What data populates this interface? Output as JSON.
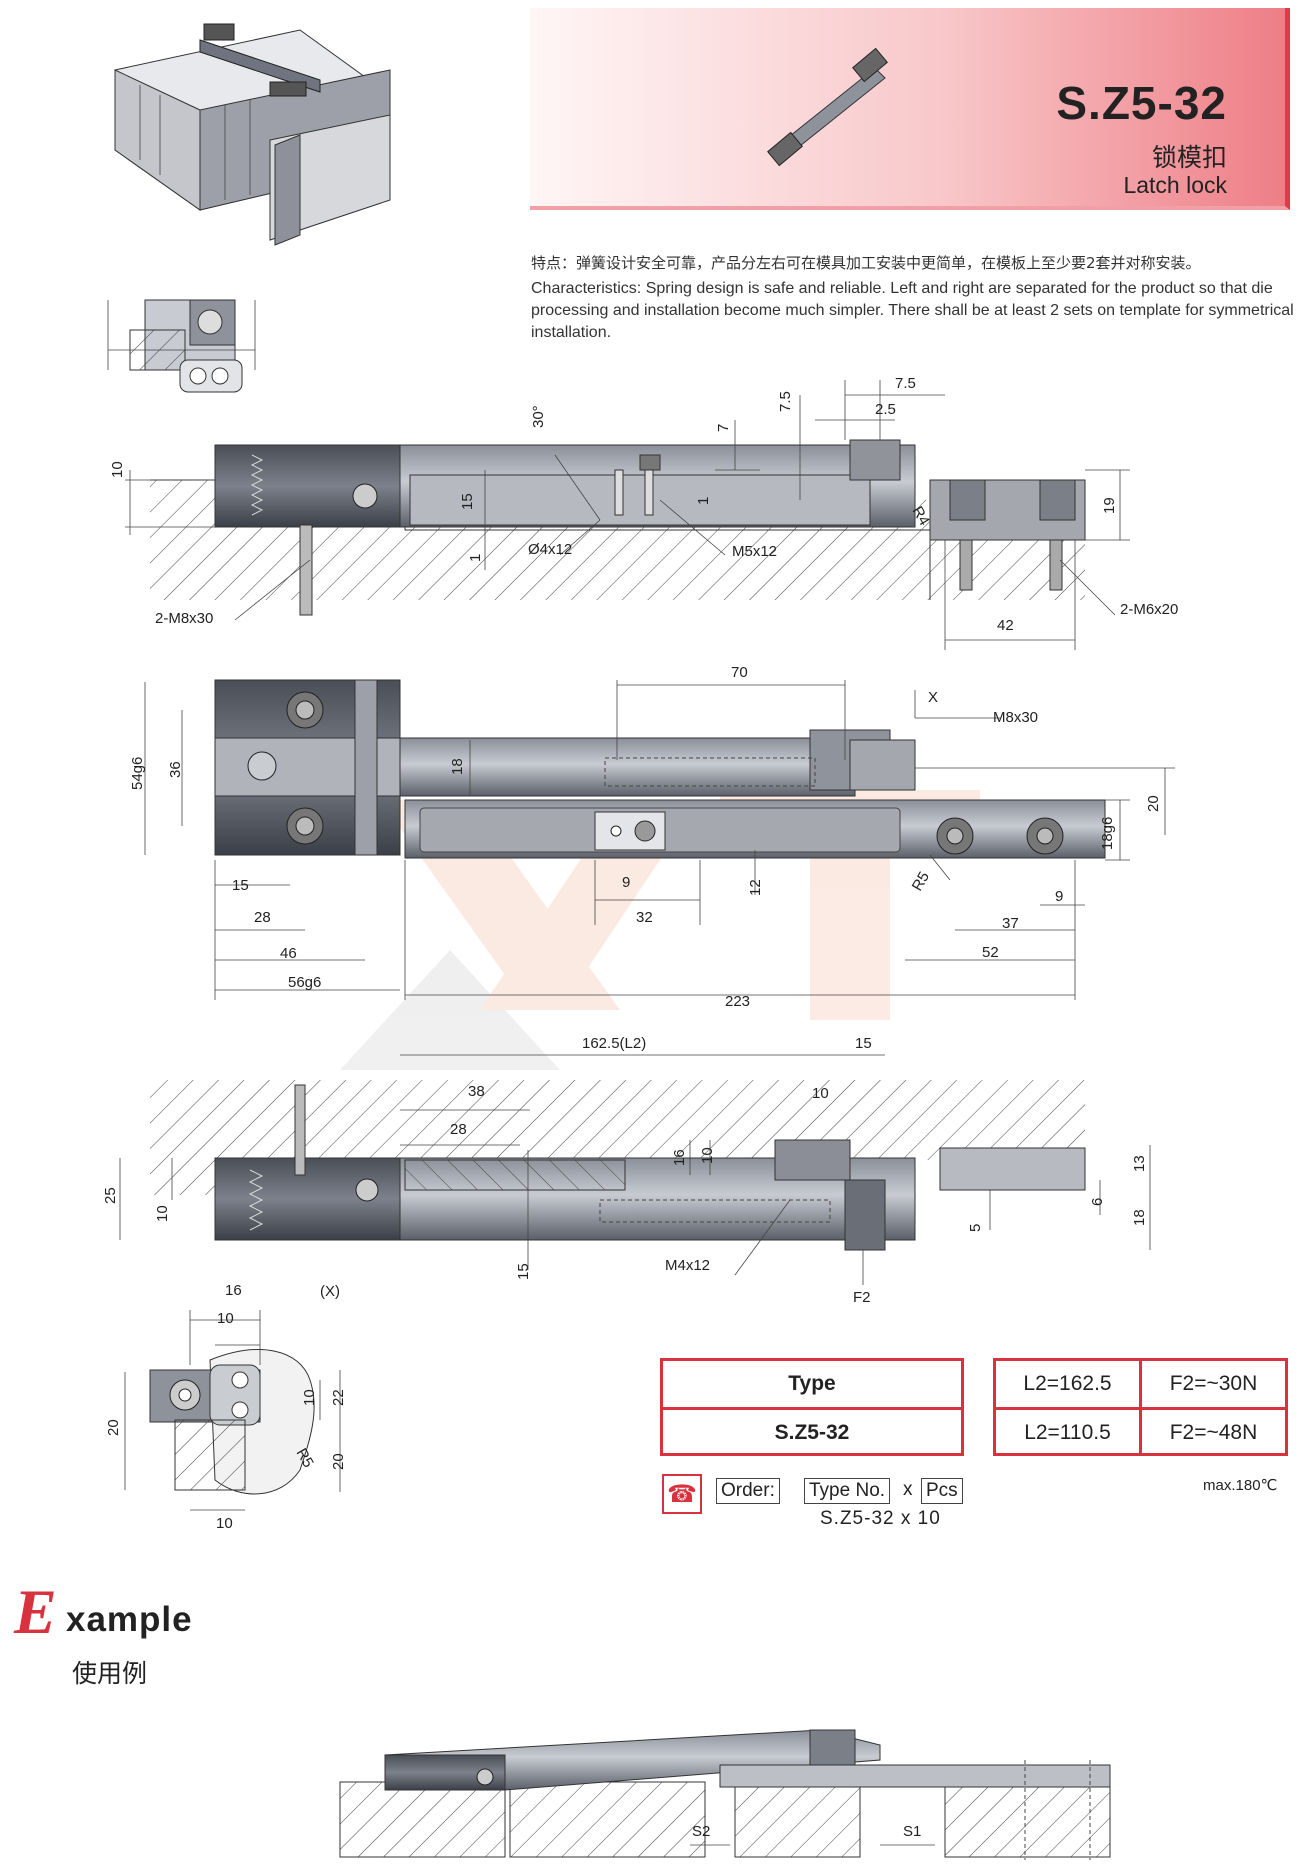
{
  "header": {
    "product_code": "S.Z5-32",
    "title_cn": "锁模扣",
    "title_en": "Latch lock"
  },
  "features": {
    "cn": "特点：弹簧设计安全可靠，产品分左右可在模具加工安装中更简单，在模板上至少要2套并对称安装。",
    "en": "Characteristics: Spring design is safe and reliable. Left and right  are separated for the product so that die processing and installation become much simpler. There shall be at least 2 sets on template for symmetrical installation."
  },
  "dimensions": {
    "side": [
      "7.5",
      "2.5",
      "7.5",
      "7",
      "30°",
      "10",
      "15",
      "1",
      "1",
      "R4",
      "19",
      "Ø4x12",
      "M5x12",
      "2-M8x30",
      "2-M6x20",
      "42"
    ],
    "top": [
      "70",
      "X",
      "M8x30",
      "54g6",
      "36",
      "18",
      "20",
      "18g6",
      "R5",
      "15",
      "9",
      "28",
      "32",
      "12",
      "37",
      "9",
      "46",
      "52",
      "56g6",
      "223"
    ],
    "assembly": [
      "162.5(L2)",
      "15",
      "38",
      "10",
      "28",
      "16",
      "10",
      "13",
      "6",
      "18",
      "5",
      "25",
      "10",
      "15",
      "M4x12",
      "F2"
    ],
    "detail": [
      "16",
      "10",
      "(X)",
      "10",
      "22",
      "20",
      "R5",
      "20",
      "10"
    ]
  },
  "spec": {
    "type_label": "Type",
    "type_value": "S.Z5-32",
    "rows": [
      {
        "l2": "L2=162.5",
        "f2": "F2=~30N"
      },
      {
        "l2": "L2=110.5",
        "f2": "F2=~48N"
      }
    ],
    "max_angle": "max.180℃"
  },
  "order": {
    "label": "Order:",
    "type_no": "Type No.",
    "x": "x",
    "pcs": "Pcs",
    "example": "S.Z5-32  x  10",
    "phone_icon": "phone-icon"
  },
  "example": {
    "letter": "E",
    "rest": "xample",
    "cn": "使用例",
    "labels": [
      "S2",
      "S1"
    ]
  },
  "colors": {
    "accent": "#d9323f",
    "metal_dark": "#555a66",
    "metal_light": "#c9ccd3"
  }
}
